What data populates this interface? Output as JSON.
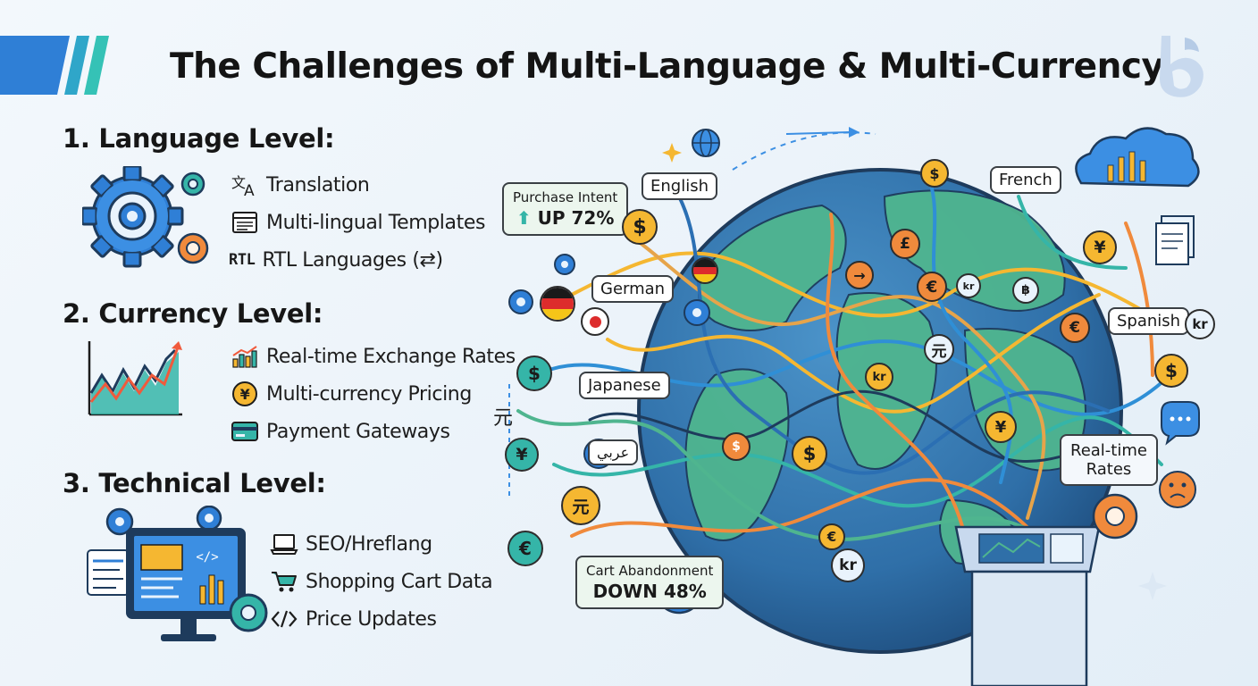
{
  "title": "The Challenges of Multi-Language & Multi-Currency",
  "sections": [
    {
      "heading": "1. Language Level:",
      "items": [
        {
          "icon": "translate-icon",
          "label": "Translation"
        },
        {
          "icon": "template-icon",
          "label": "Multi-lingual Templates"
        },
        {
          "icon": "rtl-icon",
          "prefix": "RTL",
          "label": "RTL Languages (⇄)"
        }
      ]
    },
    {
      "heading": "2. Currency Level:",
      "items": [
        {
          "icon": "bar-chart-icon",
          "label": "Real-time Exchange Rates"
        },
        {
          "icon": "yen-coin-icon",
          "label": "Multi-currency Pricing"
        },
        {
          "icon": "credit-card-icon",
          "label": "Payment Gateways"
        }
      ]
    },
    {
      "heading": "3. Technical Level:",
      "items": [
        {
          "icon": "laptop-icon",
          "label": "SEO/Hreflang"
        },
        {
          "icon": "shopping-cart-icon",
          "label": "Shopping Cart Data"
        },
        {
          "icon": "code-icon",
          "label": "Price Updates"
        }
      ]
    }
  ],
  "globe": {
    "languages": [
      "English",
      "French",
      "German",
      "Spanish",
      "Japanese"
    ],
    "stats": {
      "purchase_label": "Purchase Intent",
      "purchase_value": "UP 72%",
      "cart_label": "Cart Abandonment",
      "cart_value": "DOWN 48%",
      "rates_line1": "Real-time",
      "rates_line2": "Rates"
    },
    "currency_symbols": {
      "dollar": "$",
      "euro": "€",
      "yen": "¥",
      "yuan": "元",
      "krona": "kr",
      "pound": "£",
      "baht": "฿"
    },
    "arabic_text": "عربي"
  },
  "colors": {
    "accent_blue": "#2f7fd6",
    "accent_teal": "#35b5a8",
    "gear_orange": "#f08a3c",
    "coin_gold": "#f5b731",
    "ocean": "#2f6fa8",
    "land": "#4fb58f"
  }
}
